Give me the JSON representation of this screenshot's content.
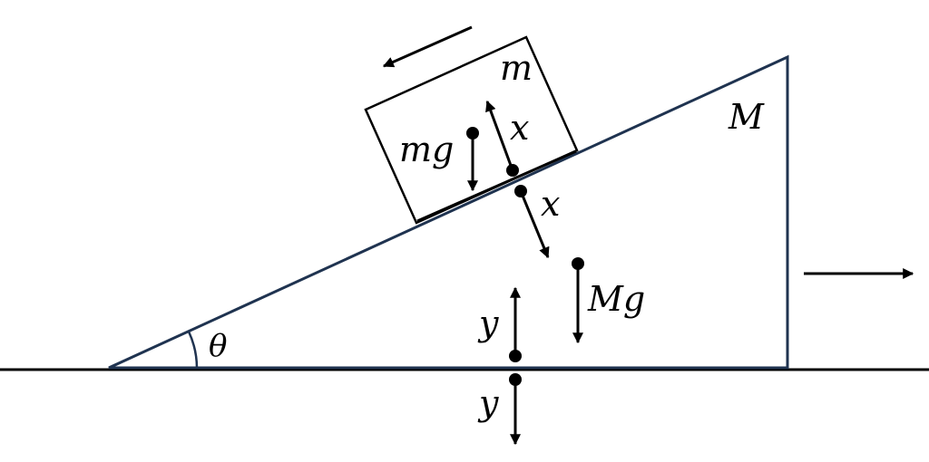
{
  "labels": {
    "block_mass": "m",
    "wedge_mass": "M",
    "block_weight": "mg",
    "wedge_weight": "Mg",
    "normal_on_block": "x",
    "normal_on_wedge": "x",
    "ground_reaction": "y",
    "wedge_on_ground": "y",
    "angle": "θ"
  },
  "colors": {
    "wedge_outline": "#1f3350",
    "lines": "#000000"
  }
}
